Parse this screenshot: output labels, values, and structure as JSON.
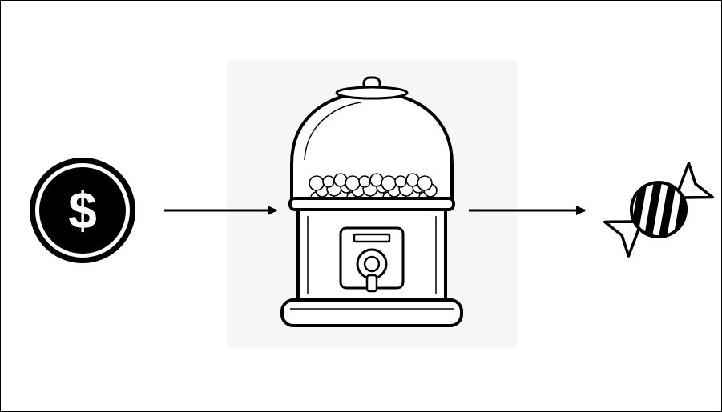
{
  "diagram": {
    "nodes": [
      {
        "text": [
          "$"
        ]
      },
      {
        "text": []
      },
      {
        "text": []
      }
    ],
    "edges": [
      {
        "from": 0,
        "to": 1,
        "arrow": "to"
      },
      {
        "from": 1,
        "to": 2,
        "arrow": "to"
      }
    ]
  }
}
